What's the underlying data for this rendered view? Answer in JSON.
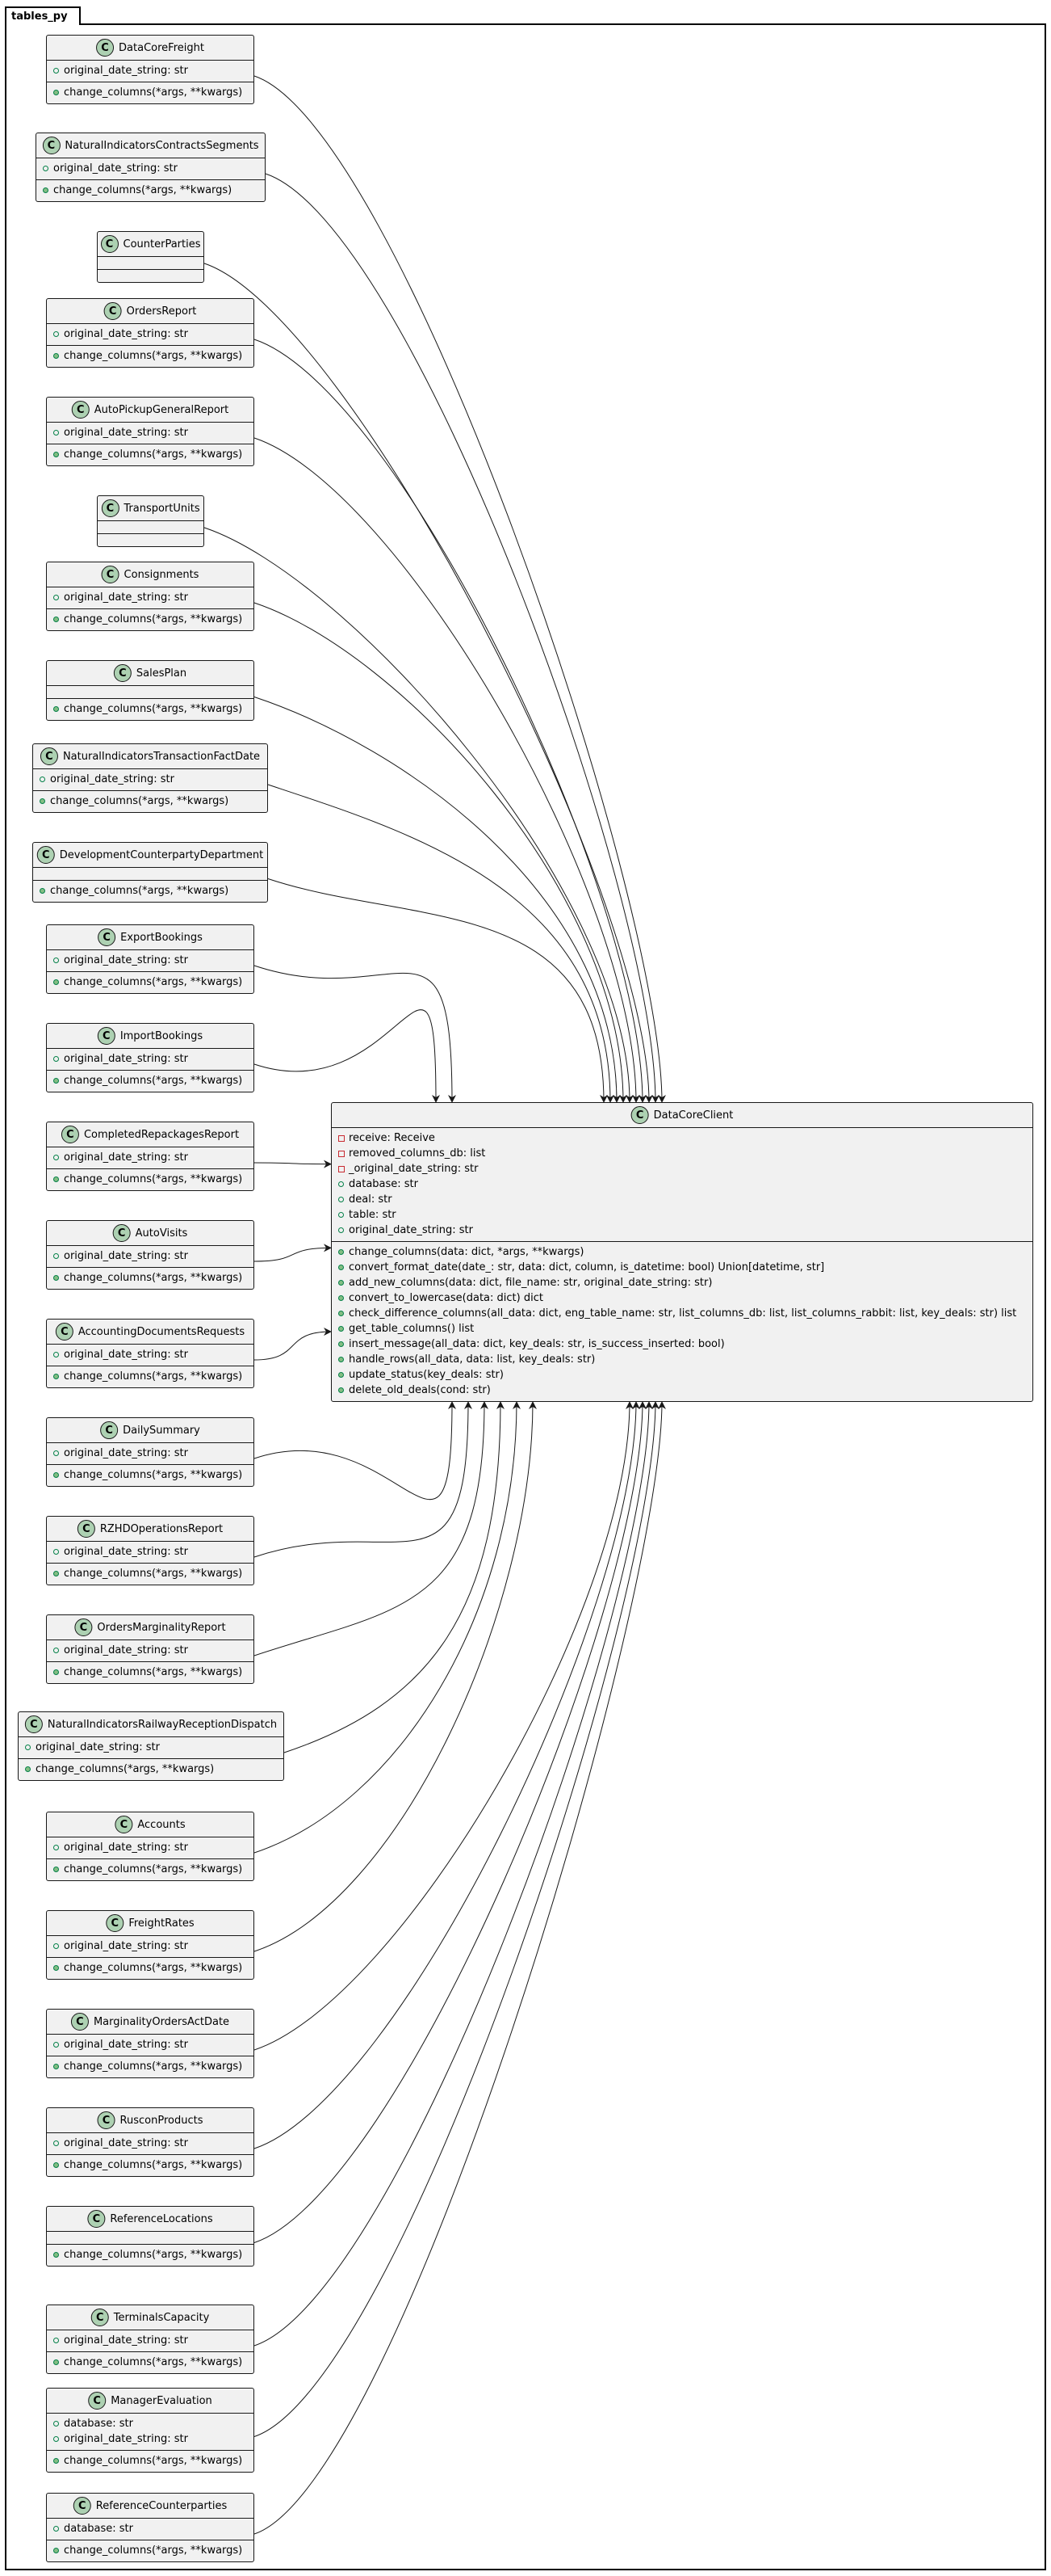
{
  "package": {
    "name": "tables_py"
  },
  "colors": {
    "class_fill": "#f1f1f1",
    "class_icon": "#add1b2",
    "public": "#84be84",
    "private": "#c82930",
    "line": "#181818"
  },
  "target": {
    "name": "DataCoreClient",
    "attributes": [
      {
        "vis": "private",
        "text": "receive: Receive"
      },
      {
        "vis": "private",
        "text": "removed_columns_db: list"
      },
      {
        "vis": "private",
        "text": "_original_date_string: str"
      },
      {
        "vis": "public",
        "text": "database: str"
      },
      {
        "vis": "public",
        "text": "deal: str"
      },
      {
        "vis": "public",
        "text": "table: str"
      },
      {
        "vis": "public",
        "text": "original_date_string: str"
      }
    ],
    "methods": [
      "change_columns(data: dict, *args, **kwargs)",
      "convert_format_date(date_: str, data: dict, column, is_datetime: bool) Union[datetime, str]",
      "add_new_columns(data: dict, file_name: str, original_date_string: str)",
      "convert_to_lowercase(data: dict) dict",
      "check_difference_columns(all_data: dict, eng_table_name: str, list_columns_db: list, list_columns_rabbit: list, key_deals: str) list",
      "get_table_columns() list",
      "insert_message(all_data: dict, key_deals: str, is_success_inserted: bool)",
      "handle_rows(all_data, data: list, key_deals: str)",
      "update_status(key_deals: str)",
      "delete_old_deals(cond: str)"
    ]
  },
  "classes": [
    {
      "name": "DataCoreFreight",
      "attributes": [
        "original_date_string: str"
      ],
      "methods": [
        "change_columns(*args, **kwargs)"
      ]
    },
    {
      "name": "NaturalIndicatorsContractsSegments",
      "attributes": [
        "original_date_string: str"
      ],
      "methods": [
        "change_columns(*args, **kwargs)"
      ]
    },
    {
      "name": "CounterParties",
      "attributes": [],
      "methods": []
    },
    {
      "name": "OrdersReport",
      "attributes": [
        "original_date_string: str"
      ],
      "methods": [
        "change_columns(*args, **kwargs)"
      ]
    },
    {
      "name": "AutoPickupGeneralReport",
      "attributes": [
        "original_date_string: str"
      ],
      "methods": [
        "change_columns(*args, **kwargs)"
      ]
    },
    {
      "name": "TransportUnits",
      "attributes": [],
      "methods": []
    },
    {
      "name": "Consignments",
      "attributes": [
        "original_date_string: str"
      ],
      "methods": [
        "change_columns(*args, **kwargs)"
      ]
    },
    {
      "name": "SalesPlan",
      "attributes": [],
      "methods": [
        "change_columns(*args, **kwargs)"
      ]
    },
    {
      "name": "NaturalIndicatorsTransactionFactDate",
      "attributes": [
        "original_date_string: str"
      ],
      "methods": [
        "change_columns(*args, **kwargs)"
      ]
    },
    {
      "name": "DevelopmentCounterpartyDepartment",
      "attributes": [],
      "methods": [
        "change_columns(*args, **kwargs)"
      ]
    },
    {
      "name": "ExportBookings",
      "attributes": [
        "original_date_string: str"
      ],
      "methods": [
        "change_columns(*args, **kwargs)"
      ]
    },
    {
      "name": "ImportBookings",
      "attributes": [
        "original_date_string: str"
      ],
      "methods": [
        "change_columns(*args, **kwargs)"
      ]
    },
    {
      "name": "CompletedRepackagesReport",
      "attributes": [
        "original_date_string: str"
      ],
      "methods": [
        "change_columns(*args, **kwargs)"
      ]
    },
    {
      "name": "AutoVisits",
      "attributes": [
        "original_date_string: str"
      ],
      "methods": [
        "change_columns(*args, **kwargs)"
      ]
    },
    {
      "name": "AccountingDocumentsRequests",
      "attributes": [
        "original_date_string: str"
      ],
      "methods": [
        "change_columns(*args, **kwargs)"
      ]
    },
    {
      "name": "DailySummary",
      "attributes": [
        "original_date_string: str"
      ],
      "methods": [
        "change_columns(*args, **kwargs)"
      ]
    },
    {
      "name": "RZHDOperationsReport",
      "attributes": [
        "original_date_string: str"
      ],
      "methods": [
        "change_columns(*args, **kwargs)"
      ]
    },
    {
      "name": "OrdersMarginalityReport",
      "attributes": [
        "original_date_string: str"
      ],
      "methods": [
        "change_columns(*args, **kwargs)"
      ]
    },
    {
      "name": "NaturalIndicatorsRailwayReceptionDispatch",
      "attributes": [
        "original_date_string: str"
      ],
      "methods": [
        "change_columns(*args, **kwargs)"
      ]
    },
    {
      "name": "Accounts",
      "attributes": [
        "original_date_string: str"
      ],
      "methods": [
        "change_columns(*args, **kwargs)"
      ]
    },
    {
      "name": "FreightRates",
      "attributes": [
        "original_date_string: str"
      ],
      "methods": [
        "change_columns(*args, **kwargs)"
      ]
    },
    {
      "name": "MarginalityOrdersActDate",
      "attributes": [
        "original_date_string: str"
      ],
      "methods": [
        "change_columns(*args, **kwargs)"
      ]
    },
    {
      "name": "RusconProducts",
      "attributes": [
        "original_date_string: str"
      ],
      "methods": [
        "change_columns(*args, **kwargs)"
      ]
    },
    {
      "name": "ReferenceLocations",
      "attributes": [],
      "methods": [
        "change_columns(*args, **kwargs)"
      ]
    },
    {
      "name": "TerminalsCapacity",
      "attributes": [
        "original_date_string: str"
      ],
      "methods": [
        "change_columns(*args, **kwargs)"
      ]
    },
    {
      "name": "ManagerEvaluation",
      "attributes": [
        "database: str",
        "original_date_string: str"
      ],
      "methods": [
        "change_columns(*args, **kwargs)"
      ]
    },
    {
      "name": "ReferenceCounterparties",
      "attributes": [
        "database: str"
      ],
      "methods": [
        "change_columns(*args, **kwargs)"
      ]
    }
  ]
}
